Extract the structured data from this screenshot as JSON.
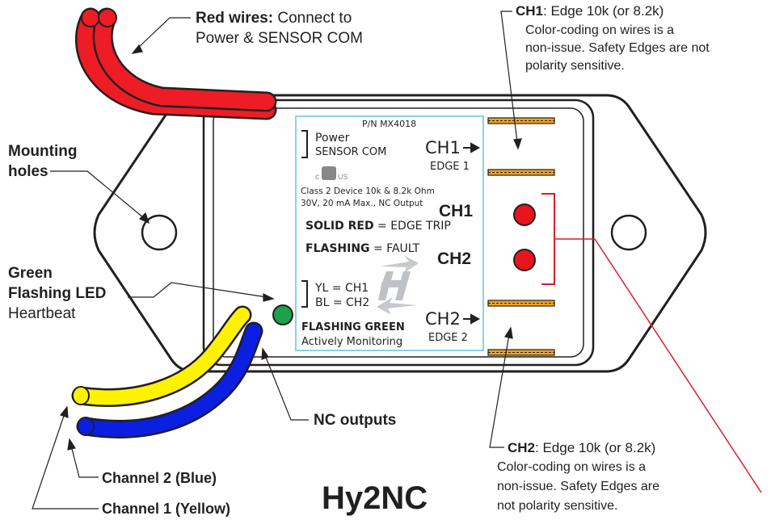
{
  "title": "Hy2NC",
  "device": {
    "part_number": "P/N MX4018",
    "power_label": "Power",
    "sensor_com_label": "SENSOR COM",
    "ch1_edge_label": "CH1",
    "edge1_label": "EDGE 1",
    "class_line1": "Class 2 Device  10k & 8.2k Ohm",
    "class_line2": "30V, 20 mA Max., NC Output",
    "solid_red_bold": "SOLID RED",
    "solid_red_rest": " = EDGE TRIP",
    "flashing_bold": "FLASHING",
    "flashing_rest": " = FAULT",
    "ch1_led_label": "CH1",
    "ch2_led_label": "CH2",
    "yl_label": "YL = CH1",
    "bl_label": "BL = CH2",
    "ch2_edge_label": "CH2",
    "edge2_label": "EDGE 2",
    "flashing_green": "FLASHING GREEN",
    "actively_monitoring": "Actively Monitoring",
    "cert_c": "c",
    "cert_us": "US"
  },
  "callouts": {
    "red_wires_bold": "Red wires:",
    "red_wires_rest": " Connect to",
    "red_wires_line2": "Power & SENSOR COM",
    "ch1_bold": "CH1",
    "ch1_rest": ": Edge 10k (or 8.2k)",
    "ch1_line2": "Color-coding on wires is a",
    "ch1_line3": "non-issue. Safety Edges are not",
    "ch1_line4": "polarity sensitive.",
    "mounting_line1": "Mounting",
    "mounting_line2": "holes",
    "green_line1": "Green",
    "green_line2": "Flashing LED",
    "green_line3": "Heartbeat",
    "nc_outputs": "NC outputs",
    "ch2_bold": "CH2",
    "ch2_rest": ": Edge 10k (or 8.2k)",
    "ch2_line2": "Color-coding on wires is a",
    "ch2_line3": "non-issue. Safety Edges are",
    "ch2_line4": "not polarity sensitive.",
    "channel2": "Channel 2 (Blue)",
    "channel1": "Channel 1 (Yellow)"
  },
  "colors": {
    "red_wire": "#ee1c24",
    "yellow_wire": "#fff200",
    "blue_wire": "#0a1fe0",
    "led_red": "#e8141c",
    "led_green": "#1aa34a",
    "label_border": "#6cc6e6",
    "terminal_orange": "#f2a31b",
    "accent_line": "#d61f2c",
    "text_dark": "#231f20"
  }
}
